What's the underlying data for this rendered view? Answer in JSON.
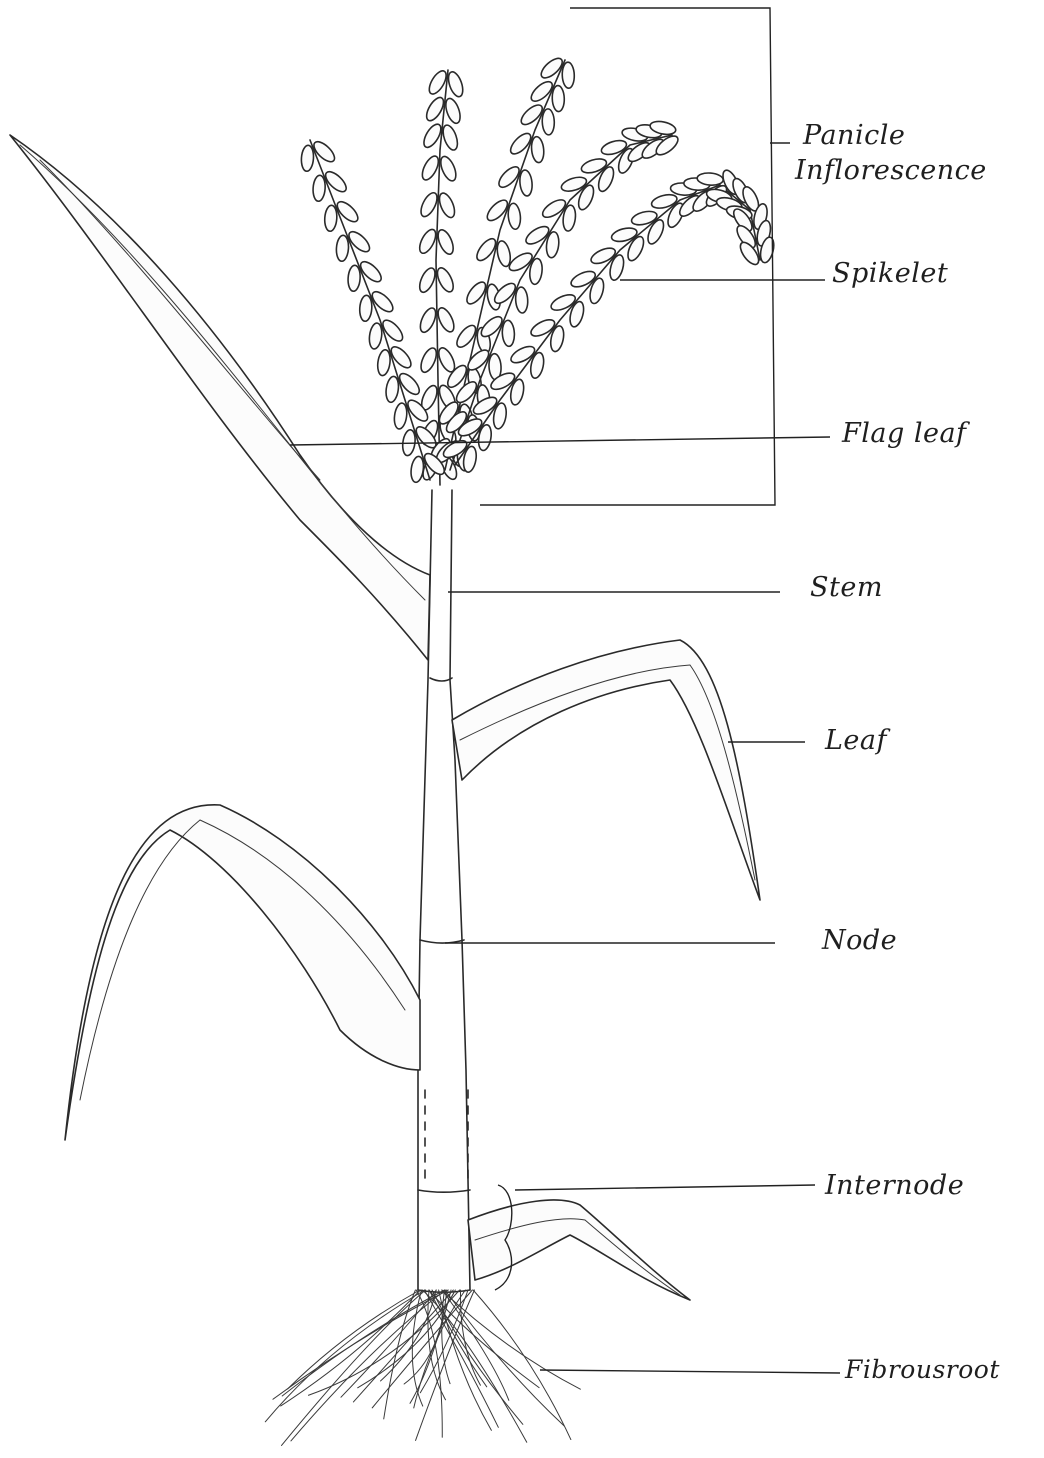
{
  "labels": {
    "panicle_line1": "Panicle",
    "panicle_line2": "Inflorescence",
    "spikelet": "Spikelet",
    "flag_leaf": "Flag leaf",
    "stem": "Stem",
    "leaf": "Leaf",
    "node": "Node",
    "internode": "Internode",
    "fibrous_root": "Fibrousroot"
  }
}
